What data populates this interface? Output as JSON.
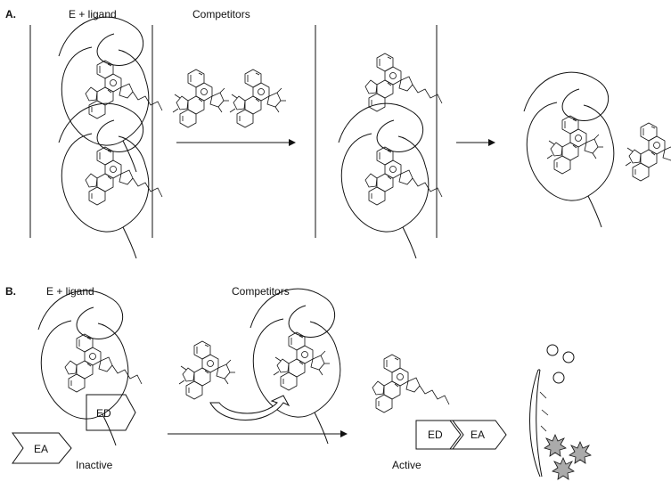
{
  "panel_a": {
    "label": "A.",
    "e_ligand": "E + ligand",
    "competitors": "Competitors"
  },
  "panel_b": {
    "label": "B.",
    "e_ligand": "E + ligand",
    "competitors": "Competitors",
    "ed_label": "ED",
    "ea_label": "EA",
    "inactive": "Inactive",
    "active": "Active"
  }
}
